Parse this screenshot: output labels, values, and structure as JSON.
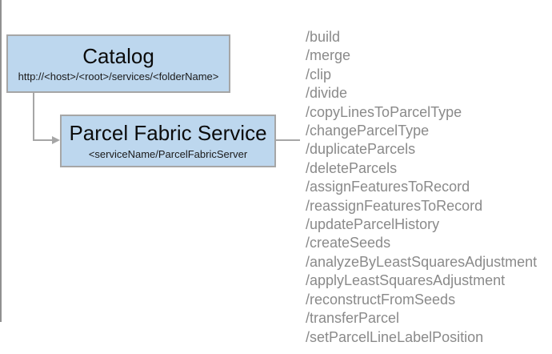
{
  "diagram": {
    "catalog": {
      "title": "Catalog",
      "subtitle": "http://<host>/<root>/services/<folderName>"
    },
    "service": {
      "title": "Parcel Fabric Service",
      "subtitle": "<serviceName/ParcelFabricServer"
    },
    "operations": [
      "/build",
      "/merge",
      "/clip",
      "/divide",
      "/copyLinesToParcelType",
      "/changeParcelType",
      "/duplicateParcels",
      "/deleteParcels",
      "/assignFeaturesToRecord",
      "/reassignFeaturesToRecord",
      "/updateParcelHistory",
      "/createSeeds",
      "/analyzeByLeastSquaresAdjustment",
      "/applyLeastSquaresAdjustment",
      "/reconstructFromSeeds",
      "/transferParcel",
      "/setParcelLineLabelPosition"
    ],
    "colors": {
      "node_fill": "#bdd7ee",
      "node_border": "#a6a6a6",
      "connector": "#a6a6a6",
      "separator": "#919191",
      "operations_text": "#8a8a8a",
      "title_text": "#0b0b0b"
    }
  }
}
